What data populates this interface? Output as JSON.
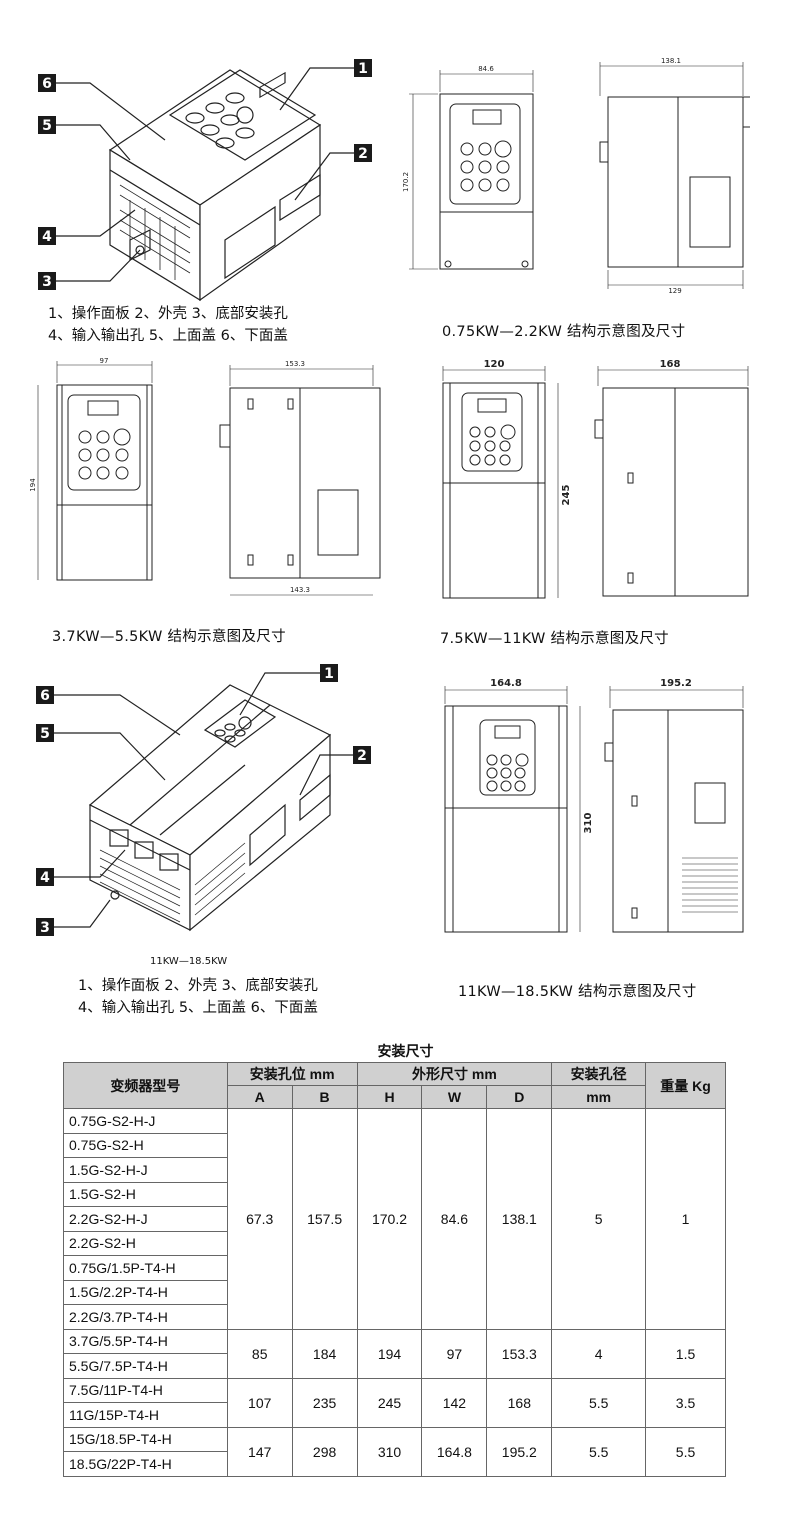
{
  "fig1": {
    "callouts": [
      "1",
      "2",
      "3",
      "4",
      "5",
      "6"
    ],
    "legend_line1": "1、操作面板   2、外壳   3、底部安装孔",
    "legend_line2": "4、输入输出孔   5、上面盖   6、下面盖"
  },
  "fig2": {
    "front_width": "84.6",
    "front_height": "170.2",
    "side_depth_top": "138.1",
    "side_depth_bottom": "129",
    "caption": "0.75KW—2.2KW  结构示意图及尺寸"
  },
  "fig3": {
    "front_width": "97",
    "front_height": "194",
    "side_depth_top": "153.3",
    "side_depth_bottom": "143.3",
    "caption": "3.7KW—5.5KW  结构示意图及尺寸"
  },
  "fig4": {
    "front_width": "120",
    "front_height": "245",
    "side_depth_top": "168",
    "caption": "7.5KW—11KW  结构示意图及尺寸"
  },
  "fig5": {
    "callouts": [
      "1",
      "2",
      "3",
      "4",
      "5",
      "6"
    ],
    "range_label": "11KW—18.5KW",
    "legend_line1": "1、操作面板   2、外壳   3、底部安装孔",
    "legend_line2": "4、输入输出孔   5、上面盖   6、下面盖"
  },
  "fig6": {
    "front_width": "164.8",
    "front_height": "310",
    "side_depth_top": "195.2",
    "caption": "11KW—18.5KW  结构示意图及尺寸"
  },
  "table": {
    "title": "安装尺寸",
    "headers": {
      "model": "变频器型号",
      "mount_pos": "安装孔位 mm",
      "outline": "外形尺寸 mm",
      "hole_dia_1": "安装孔径",
      "hole_dia_2": "mm",
      "weight": "重量 Kg",
      "A": "A",
      "B": "B",
      "H": "H",
      "W": "W",
      "D": "D"
    },
    "groups": [
      {
        "models": [
          "0.75G-S2-H-J",
          "0.75G-S2-H",
          "1.5G-S2-H-J",
          "1.5G-S2-H",
          "2.2G-S2-H-J",
          "2.2G-S2-H",
          "0.75G/1.5P-T4-H",
          "1.5G/2.2P-T4-H",
          "2.2G/3.7P-T4-H"
        ],
        "A": "67.3",
        "B": "157.5",
        "H": "170.2",
        "W": "84.6",
        "D": "138.1",
        "hole": "5",
        "weight": "1"
      },
      {
        "models": [
          "3.7G/5.5P-T4-H",
          "5.5G/7.5P-T4-H"
        ],
        "A": "85",
        "B": "184",
        "H": "194",
        "W": "97",
        "D": "153.3",
        "hole": "4",
        "weight": "1.5"
      },
      {
        "models": [
          "7.5G/11P-T4-H",
          "11G/15P-T4-H"
        ],
        "A": "107",
        "B": "235",
        "H": "245",
        "W": "142",
        "D": "168",
        "hole": "5.5",
        "weight": "3.5"
      },
      {
        "models": [
          "15G/18.5P-T4-H",
          "18.5G/22P-T4-H"
        ],
        "A": "147",
        "B": "298",
        "H": "310",
        "W": "164.8",
        "D": "195.2",
        "hole": "5.5",
        "weight": "5.5"
      }
    ]
  }
}
